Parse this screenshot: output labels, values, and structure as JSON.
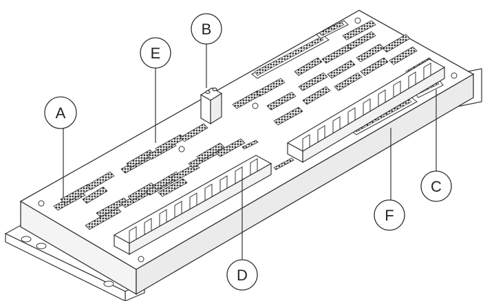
{
  "callouts": {
    "A": "A",
    "B": "B",
    "C": "C",
    "D": "D",
    "E": "E",
    "F": "F"
  }
}
